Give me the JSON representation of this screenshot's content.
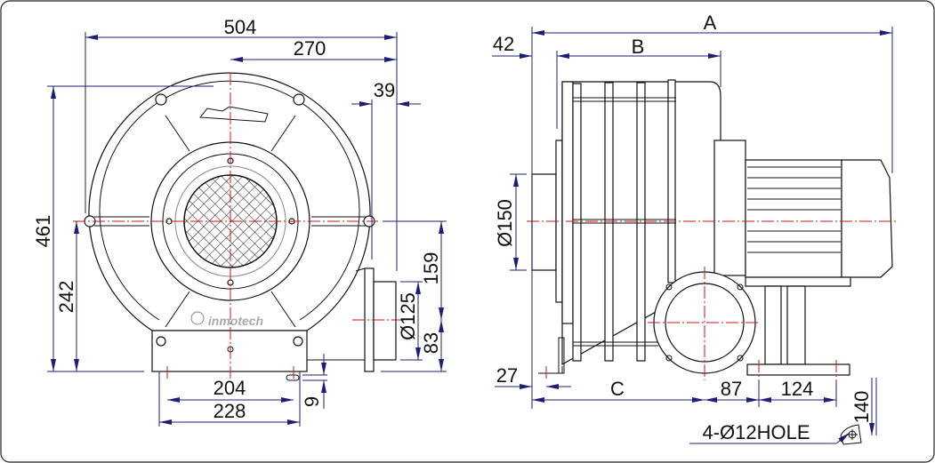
{
  "front_view": {
    "dims": {
      "overall_width": "504",
      "center_to_outlet": "270",
      "outlet_offset": "39",
      "overall_height": "461",
      "center_height": "242",
      "center_to_outlet_axis": "159",
      "outlet_diameter": "Ø125",
      "outlet_axis_height": "83",
      "base_hole_spacing": "204",
      "base_width": "228",
      "base_plate_thickness": "9"
    },
    "logo_text": "inmotech"
  },
  "side_view": {
    "dims": {
      "total_length": "A",
      "inlet_length": "42",
      "housing_length": "B",
      "inlet_diameter": "Ø150",
      "foot_offset": "27",
      "inlet_to_outlet": "C",
      "outlet_to_stand": "87",
      "stand_hole_spacing": "124",
      "stand_depth": "140"
    },
    "hole_note": "4-Ø12HOLE"
  },
  "colors": {
    "dimension": "#1c1f78",
    "centerline": "#d01010",
    "outline": "#111111"
  }
}
